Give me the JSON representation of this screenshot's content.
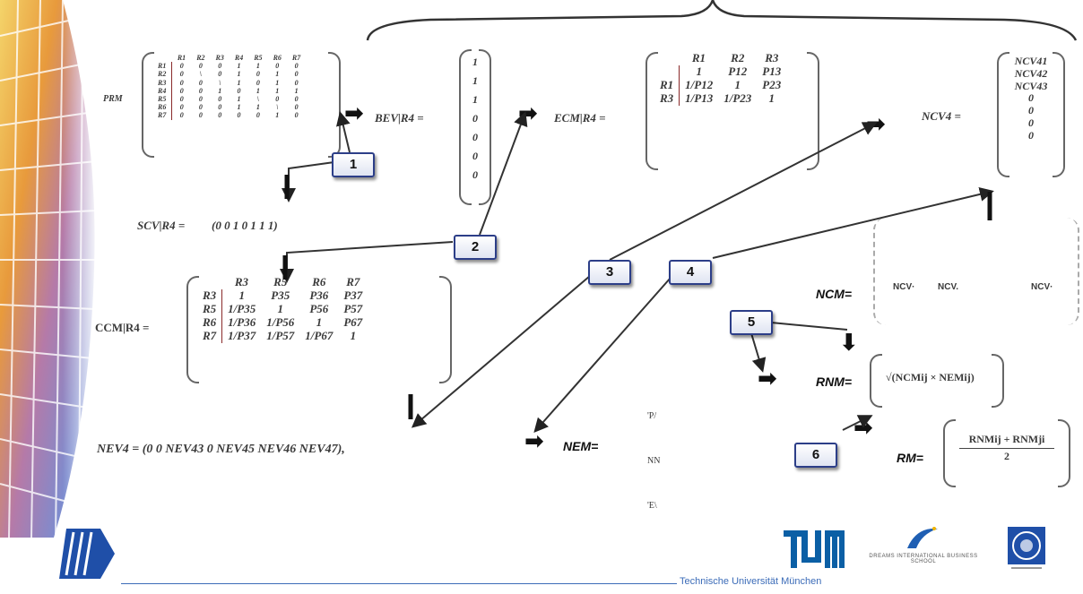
{
  "top_labels": {
    "prm": "PRM",
    "bev": "BEV|R4 =",
    "ecm": "ECM|R4 =",
    "ncv": "NCV4 =",
    "scv": "SCV|R4 =",
    "ccm": "CCM|R4 =",
    "nev": "NEV4 = (0    0    NEV43    0    NEV45    NEV46    NEV47),",
    "ncm": "NCM=",
    "rnm": "RNM=",
    "rm": "RM=",
    "nem": "NEM="
  },
  "prm_matrix": {
    "header": [
      "R1",
      "R2",
      "R3",
      "R4",
      "R5",
      "R6",
      "R7"
    ],
    "rows": [
      [
        "R1",
        "0",
        "0",
        "0",
        "1",
        "1",
        "0",
        "0"
      ],
      [
        "R2",
        "0",
        "\\",
        "0",
        "1",
        "0",
        "1",
        "0"
      ],
      [
        "R3",
        "0",
        "0",
        "\\",
        "1",
        "0",
        "1",
        "0"
      ],
      [
        "R4",
        "0",
        "0",
        "1",
        "0",
        "1",
        "1",
        "1"
      ],
      [
        "R5",
        "0",
        "0",
        "0",
        "1",
        "\\",
        "0",
        "0"
      ],
      [
        "R6",
        "0",
        "0",
        "0",
        "1",
        "1",
        "\\",
        "0"
      ],
      [
        "R7",
        "0",
        "0",
        "0",
        "0",
        "0",
        "1",
        "0"
      ]
    ]
  },
  "bev_vector": [
    "1",
    "1",
    "1",
    "0",
    "0",
    "0",
    "0"
  ],
  "ecm_matrix": {
    "header": [
      "R1",
      "R2",
      "R3"
    ],
    "rows": [
      [
        "",
        "1",
        "P12",
        "P13"
      ],
      [
        "R1",
        "1/P12",
        "1",
        "P23"
      ],
      [
        "R3",
        "1/P13",
        "1/P23",
        "1"
      ]
    ]
  },
  "ncv_vector": [
    "NCV41",
    "NCV42",
    "NCV43",
    "0",
    "0",
    "0",
    "0"
  ],
  "scv_row": "(0   0   1   0   1   1   1)",
  "ccm_matrix": {
    "header": [
      "R3",
      "R5",
      "R6",
      "R7"
    ],
    "rows": [
      [
        "R3",
        "1",
        "P35",
        "P36",
        "P37"
      ],
      [
        "R5",
        "1/P35",
        "1",
        "P56",
        "P57"
      ],
      [
        "R6",
        "1/P36",
        "1/P56",
        "1",
        "P67"
      ],
      [
        "R7",
        "1/P37",
        "1/P57",
        "1/P67",
        "1"
      ]
    ]
  },
  "ncm_cols": [
    "NCV·",
    "NCV.",
    "NCV·"
  ],
  "rnm_expr": "√(NCMij × NEMij)",
  "rm_expr": {
    "num": "RNMij + RNMji",
    "den": "2"
  },
  "nem_values": [
    "'P/",
    "NN",
    "'E\\"
  ],
  "steps": [
    "1",
    "2",
    "3",
    "4",
    "5",
    "6"
  ],
  "footer": {
    "university": "Technische Universität München",
    "school_logo_text": "DREAMS INTERNATIONAL BUSINESS SCHOOL"
  }
}
